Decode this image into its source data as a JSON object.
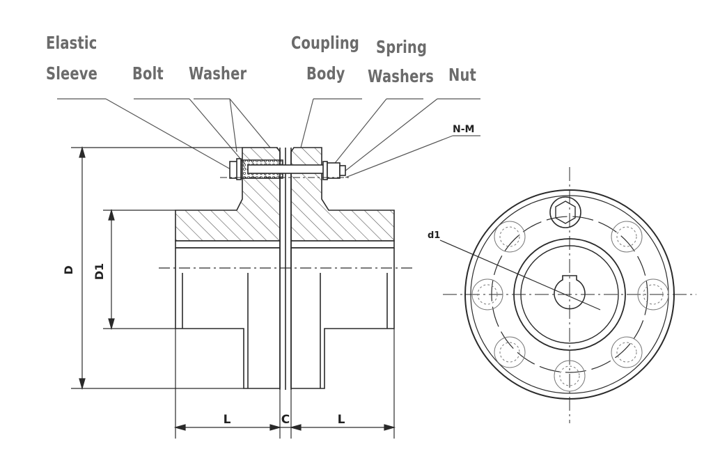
{
  "callouts": {
    "elastic_sleeve": [
      "Elastic",
      "Sleeve"
    ],
    "bolt": "Bolt",
    "washer": "Washer",
    "coupling_body": [
      "Coupling",
      "Body"
    ],
    "spring_washers": [
      "Spring",
      "Washers"
    ],
    "nut": "Nut",
    "nm": "N-M"
  },
  "dimensions": {
    "D": "D",
    "D1": "D1",
    "L_left": "L",
    "C": "C",
    "L_right": "L",
    "d1": "d1"
  },
  "colors": {
    "line": "#2a2a2a",
    "label": "#6b6b6b",
    "hatch": "#555555",
    "background": "#ffffff"
  }
}
